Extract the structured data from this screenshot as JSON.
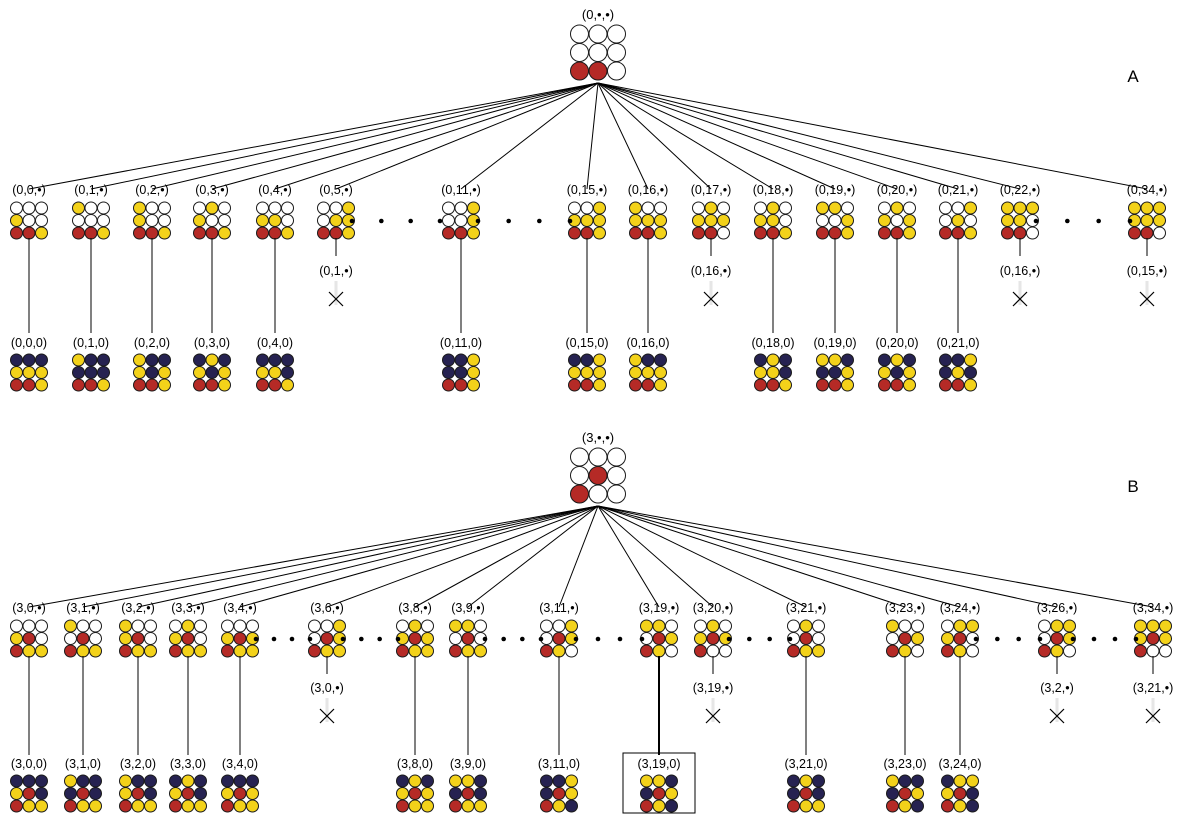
{
  "colors": {
    "red": "#b52a26",
    "yellow": "#f3d21a",
    "navy": "#262251",
    "empty": "#ffffff",
    "line": "#000000"
  },
  "panels": [
    {
      "letter": "A",
      "root": {
        "label": "(0,•,•)",
        "grid": [
          "www",
          "www",
          "rrw"
        ]
      },
      "children": [
        {
          "label": "(0,0,•)",
          "grid": [
            "www",
            "yww",
            "rry"
          ],
          "leaf": {
            "label": "(0,0,0)",
            "grid": [
              "nnn",
              "yyy",
              "rry"
            ]
          }
        },
        {
          "label": "(0,1,•)",
          "grid": [
            "yww",
            "www",
            "rry"
          ],
          "leaf": {
            "label": "(0,1,0)",
            "grid": [
              "ynn",
              "nnn",
              "rry"
            ]
          }
        },
        {
          "label": "(0,2,•)",
          "grid": [
            "yww",
            "yww",
            "rry"
          ],
          "leaf": {
            "label": "(0,2,0)",
            "grid": [
              "ynn",
              "yny",
              "rry"
            ]
          }
        },
        {
          "label": "(0,3,•)",
          "grid": [
            "wyw",
            "yww",
            "rry"
          ],
          "leaf": {
            "label": "(0,3,0)",
            "grid": [
              "nyn",
              "yny",
              "rry"
            ]
          }
        },
        {
          "label": "(0,4,•)",
          "grid": [
            "www",
            "yyw",
            "rry"
          ],
          "leaf": {
            "label": "(0,4,0)",
            "grid": [
              "nnn",
              "yyn",
              "rry"
            ]
          }
        },
        {
          "label": "(0,5,•)",
          "grid": [
            "wwy",
            "wyy",
            "rry"
          ],
          "fail": "(0,1,•)"
        },
        {
          "label": "(0,11,•)",
          "grid": [
            "wwy",
            "wwy",
            "rry"
          ],
          "leaf": {
            "label": "(0,11,0)",
            "grid": [
              "nny",
              "nny",
              "rry"
            ]
          }
        },
        {
          "label": "(0,15,•)",
          "grid": [
            "wwy",
            "yyy",
            "rry"
          ],
          "leaf": {
            "label": "(0,15,0)",
            "grid": [
              "nny",
              "yyy",
              "rry"
            ]
          }
        },
        {
          "label": "(0,16,•)",
          "grid": [
            "yww",
            "yyy",
            "rry"
          ],
          "leaf": {
            "label": "(0,16,0)",
            "grid": [
              "ynn",
              "yyy",
              "rry"
            ]
          }
        },
        {
          "label": "(0,17,•)",
          "grid": [
            "wyw",
            "yyy",
            "rrw"
          ],
          "fail": "(0,16,•)"
        },
        {
          "label": "(0,18,•)",
          "grid": [
            "wyw",
            "yyw",
            "rry"
          ],
          "leaf": {
            "label": "(0,18,0)",
            "grid": [
              "nyn",
              "yyn",
              "rry"
            ]
          }
        },
        {
          "label": "(0,19,•)",
          "grid": [
            "yyw",
            "wwy",
            "rry"
          ],
          "leaf": {
            "label": "(0,19,0)",
            "grid": [
              "yyn",
              "nny",
              "rry"
            ]
          }
        },
        {
          "label": "(0,20,•)",
          "grid": [
            "wyw",
            "ywy",
            "rry"
          ],
          "leaf": {
            "label": "(0,20,0)",
            "grid": [
              "nyn",
              "yny",
              "rry"
            ]
          }
        },
        {
          "label": "(0,21,•)",
          "grid": [
            "wwy",
            "wyw",
            "rry"
          ],
          "leaf": {
            "label": "(0,21,0)",
            "grid": [
              "nny",
              "nyn",
              "rry"
            ]
          }
        },
        {
          "label": "(0,22,•)",
          "grid": [
            "yyy",
            "yyw",
            "rrw"
          ],
          "fail": "(0,16,•)"
        },
        {
          "label": "(0,34,•)",
          "grid": [
            "yyy",
            "yyy",
            "rrw"
          ],
          "fail": "(0,15,•)"
        }
      ]
    },
    {
      "letter": "B",
      "root": {
        "label": "(3,•,•)",
        "grid": [
          "www",
          "wrw",
          "rww"
        ]
      },
      "children": [
        {
          "label": "(3,0,•)",
          "grid": [
            "www",
            "yrw",
            "ryy"
          ],
          "leaf": {
            "label": "(3,0,0)",
            "grid": [
              "nnn",
              "yrn",
              "ryy"
            ]
          }
        },
        {
          "label": "(3,1,•)",
          "grid": [
            "yww",
            "wrw",
            "ryy"
          ],
          "leaf": {
            "label": "(3,1,0)",
            "grid": [
              "ynn",
              "nrn",
              "ryy"
            ]
          }
        },
        {
          "label": "(3,2,•)",
          "grid": [
            "yww",
            "yrw",
            "ryy"
          ],
          "leaf": {
            "label": "(3,2,0)",
            "grid": [
              "ynn",
              "yrn",
              "ryy"
            ]
          }
        },
        {
          "label": "(3,3,•)",
          "grid": [
            "wyw",
            "yrw",
            "ryy"
          ],
          "leaf": {
            "label": "(3,3,0)",
            "grid": [
              "nyn",
              "yrn",
              "ryy"
            ]
          }
        },
        {
          "label": "(3,4,•)",
          "grid": [
            "www",
            "yry",
            "ryy"
          ],
          "leaf": {
            "label": "(3,4,0)",
            "grid": [
              "nnn",
              "yry",
              "ryy"
            ]
          }
        },
        {
          "label": "(3,6,•)",
          "grid": [
            "wwy",
            "wry",
            "ryy"
          ],
          "fail": "(3,0,•)"
        },
        {
          "label": "(3,8,•)",
          "grid": [
            "wyw",
            "yry",
            "ryy"
          ],
          "leaf": {
            "label": "(3,8,0)",
            "grid": [
              "nyn",
              "yry",
              "ryy"
            ]
          }
        },
        {
          "label": "(3,9,•)",
          "grid": [
            "yyw",
            "wrw",
            "ryy"
          ],
          "leaf": {
            "label": "(3,9,0)",
            "grid": [
              "yyn",
              "nrn",
              "ryy"
            ]
          }
        },
        {
          "label": "(3,11,•)",
          "grid": [
            "wwy",
            "wry",
            "ryw"
          ],
          "leaf": {
            "label": "(3,11,0)",
            "grid": [
              "nny",
              "nry",
              "ryn"
            ]
          }
        },
        {
          "label": "(3,19,•)",
          "grid": [
            "yyw",
            "wry",
            "ryw"
          ],
          "leaf": {
            "label": "(3,19,0)",
            "grid": [
              "yyn",
              "nry",
              "ryn"
            ],
            "boxed": true
          }
        },
        {
          "label": "(3,20,•)",
          "grid": [
            "wyw",
            "yry",
            "rww"
          ],
          "fail": "(3,19,•)"
        },
        {
          "label": "(3,21,•)",
          "grid": [
            "wyw",
            "wrw",
            "ryy"
          ],
          "leaf": {
            "label": "(3,21,0)",
            "grid": [
              "nyn",
              "nrn",
              "ryy"
            ]
          }
        },
        {
          "label": "(3,23,•)",
          "grid": [
            "yww",
            "wry",
            "ryw"
          ],
          "leaf": {
            "label": "(3,23,0)",
            "grid": [
              "ynn",
              "nry",
              "ryn"
            ]
          }
        },
        {
          "label": "(3,24,•)",
          "grid": [
            "wyy",
            "yrw",
            "ryw"
          ],
          "leaf": {
            "label": "(3,24,0)",
            "grid": [
              "nyy",
              "yrn",
              "ryn"
            ]
          }
        },
        {
          "label": "(3,26,•)",
          "grid": [
            "wyy",
            "wry",
            "ryw"
          ],
          "fail": "(3,2,•)"
        },
        {
          "label": "(3,34,•)",
          "grid": [
            "yyy",
            "yry",
            "rww"
          ],
          "fail": "(3,21,•)"
        }
      ]
    }
  ]
}
